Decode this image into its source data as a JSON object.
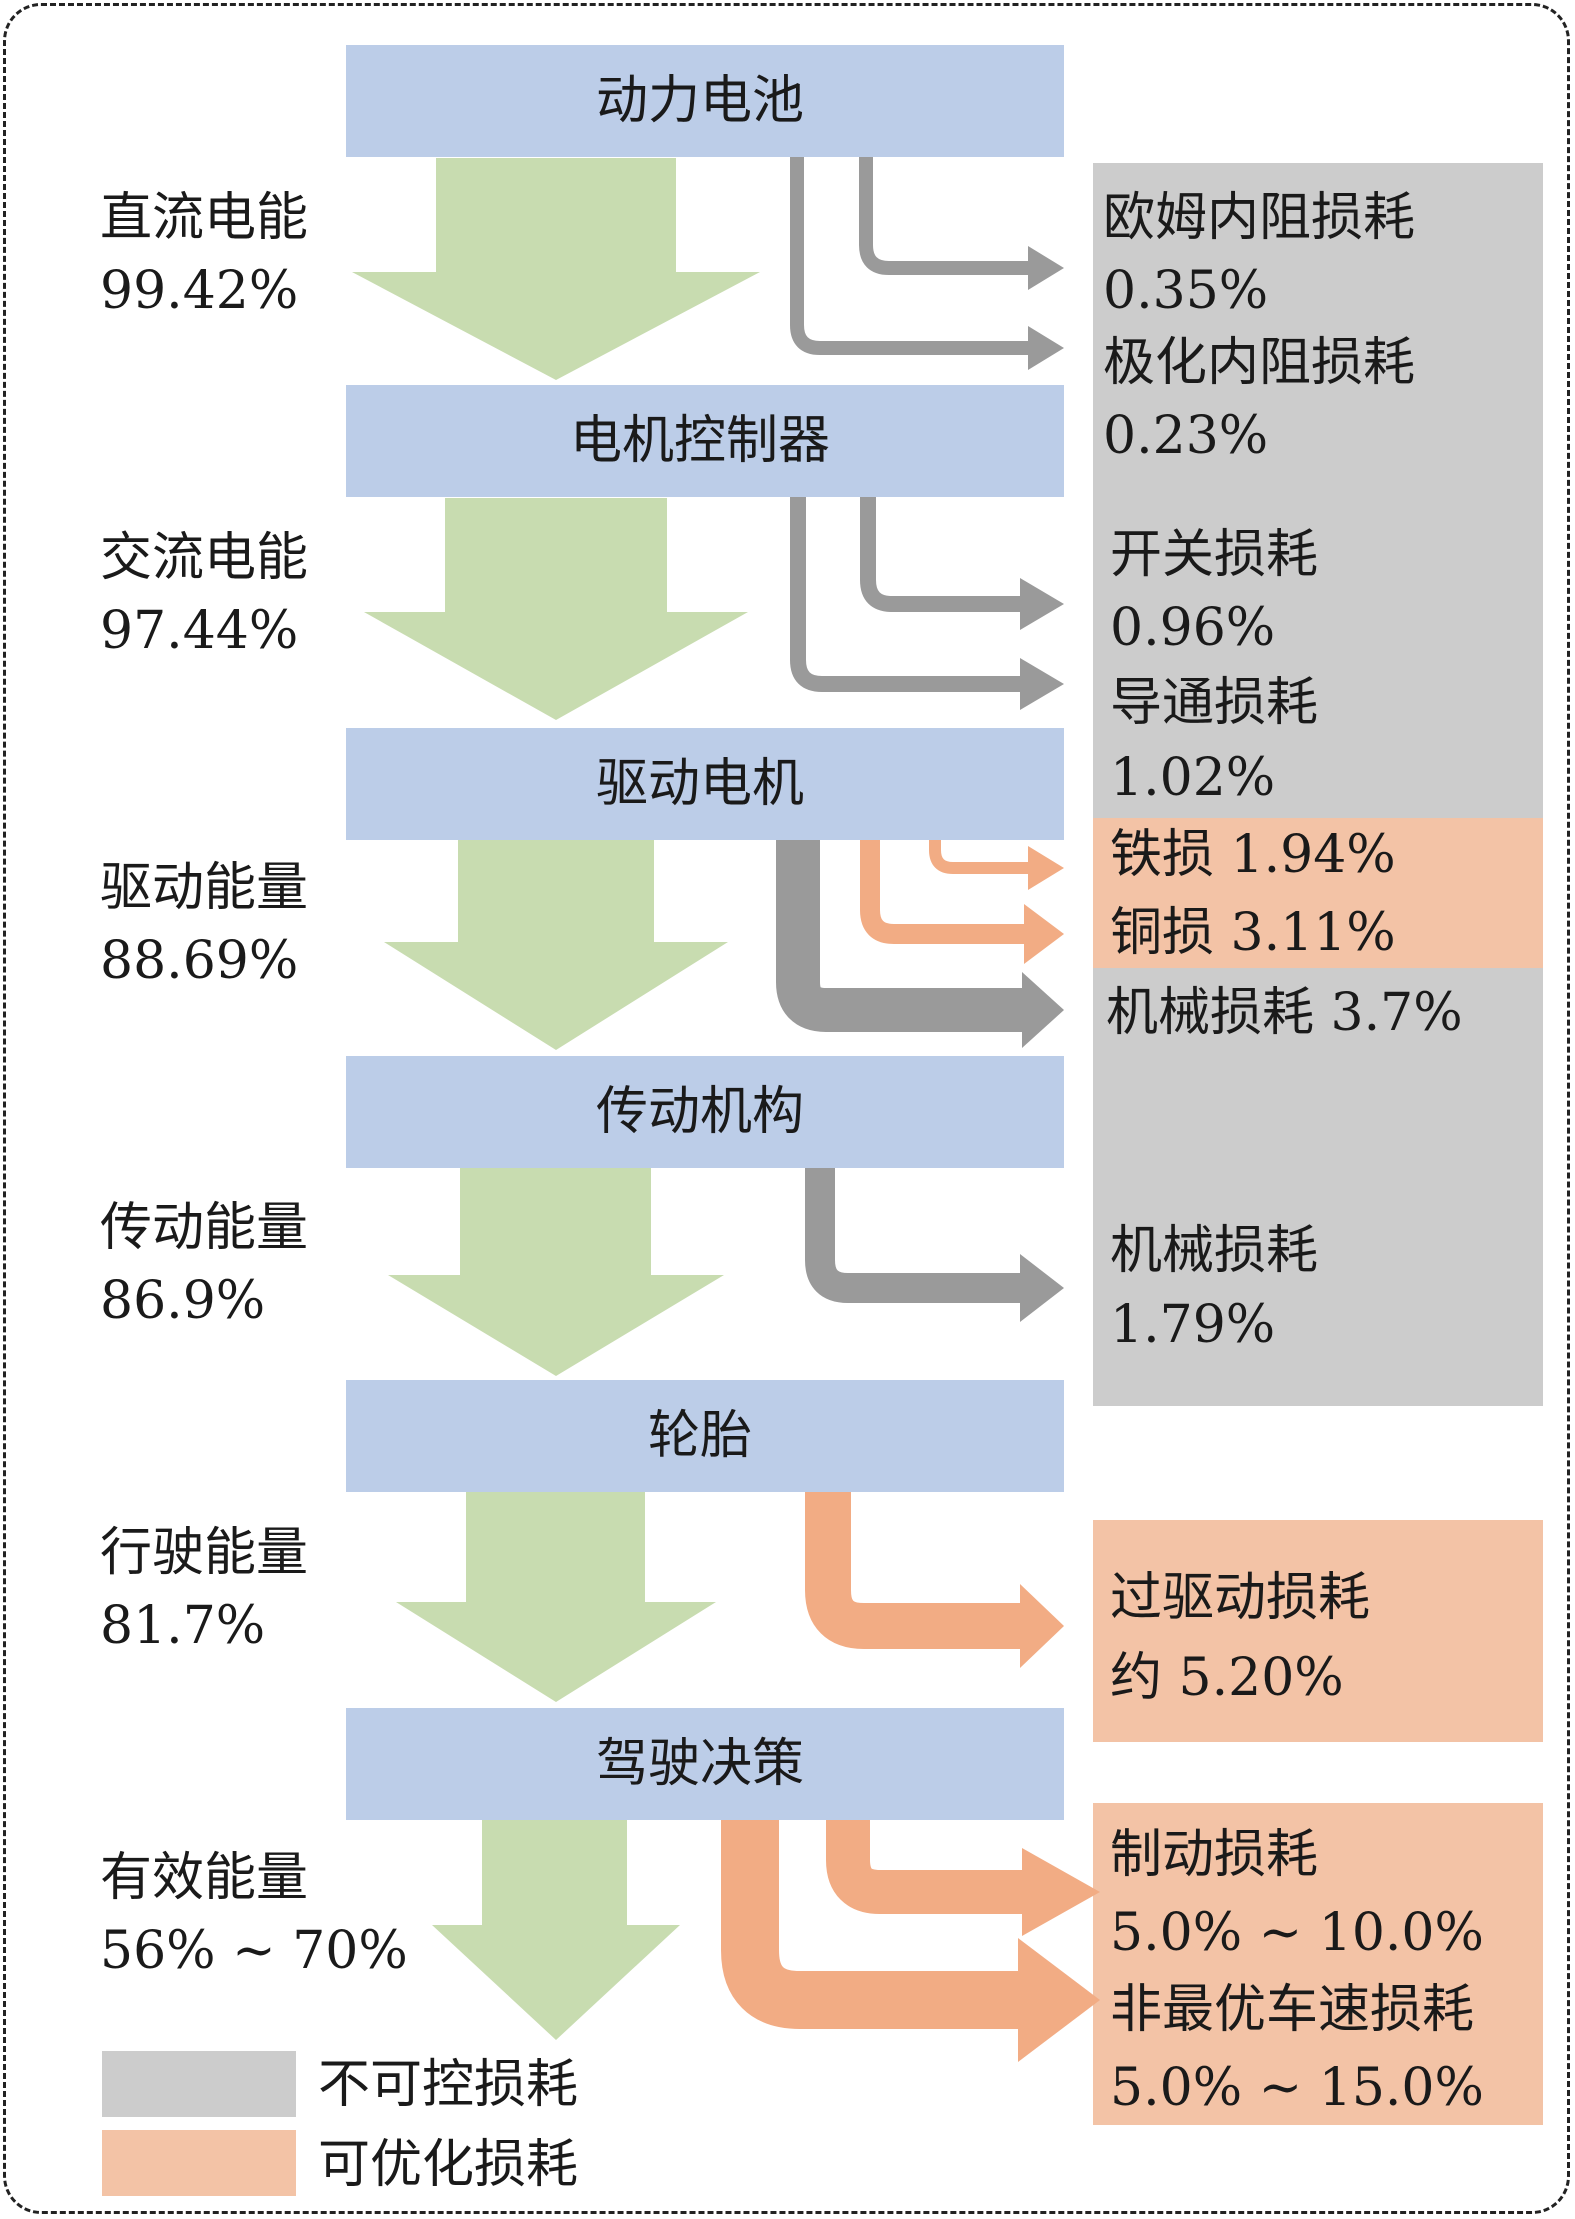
{
  "colors": {
    "stage_box": "#bccde8",
    "energy_arrow": "#c8dcb0",
    "uncontrollable": "#cccccc",
    "optimizable": "#f3c3a6",
    "loss_arrow_gray": "#9a9a9a",
    "loss_arrow_orange": "#f2ac84"
  },
  "stages": [
    "动力电池",
    "电机控制器",
    "驱动电机",
    "传动机构",
    "轮胎",
    "驾驶决策"
  ],
  "energy": [
    {
      "name": "直流电能",
      "value": "99.42%"
    },
    {
      "name": "交流电能",
      "value": "97.44%"
    },
    {
      "name": "驱动能量",
      "value": "88.69%"
    },
    {
      "name": "传动能量",
      "value": "86.9%"
    },
    {
      "name": "行驶能量",
      "value": "81.7%"
    },
    {
      "name": "有效能量",
      "value": "56% ~ 70%"
    }
  ],
  "losses": {
    "ohmic": {
      "name": "欧姆内阻损耗",
      "value": "0.35%"
    },
    "polarization": {
      "name": "极化内阻损耗",
      "value": "0.23%"
    },
    "switching": {
      "name": "开关损耗",
      "value": "0.96%"
    },
    "conduction": {
      "name": "导通损耗",
      "value": "1.02%"
    },
    "iron": "铁损 1.94%",
    "copper": "铜损 3.11%",
    "mechanical_motor": "机械损耗 3.7%",
    "mechanical_transmission": {
      "name": "机械损耗",
      "value": "1.79%"
    },
    "overdrive": {
      "name": "过驱动损耗",
      "value": "约 5.20%"
    },
    "braking": {
      "name": "制动损耗",
      "value": "5.0% ~ 10.0%"
    },
    "speed": {
      "name": "非最优车速损耗",
      "value": "5.0% ~ 15.0%"
    }
  },
  "legend": {
    "uncontrollable": "不可控损耗",
    "optimizable": "可优化损耗"
  }
}
